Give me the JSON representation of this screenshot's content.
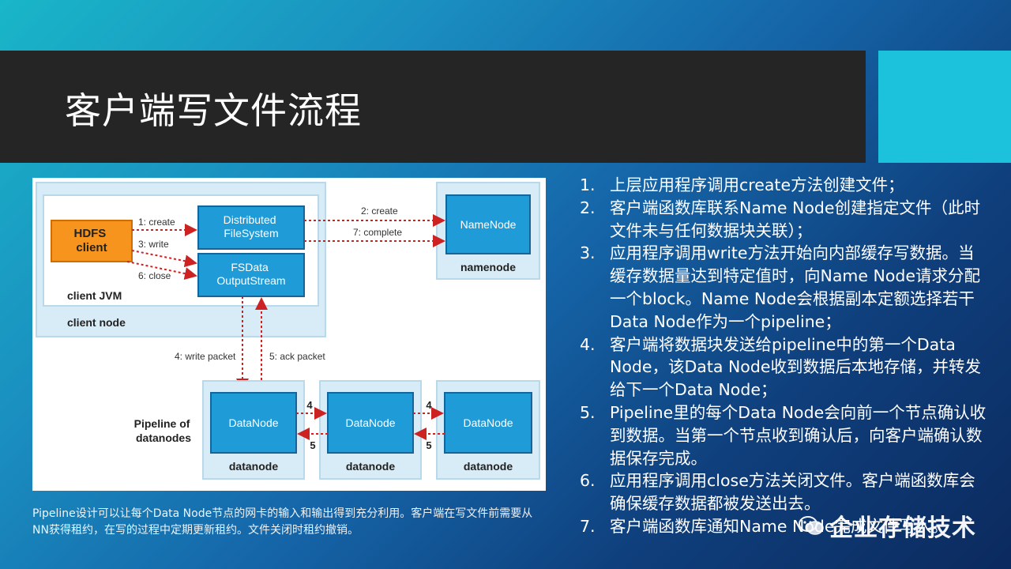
{
  "slide": {
    "title": "客户端写文件流程"
  },
  "diagram": {
    "client_box": "HDFS\nclient",
    "client_jvm": "client JVM",
    "client_node": "client node",
    "dfs_box": "Distributed\nFileSystem",
    "fsdata_box": "FSData\nOutputStream",
    "namenode_box": "NameNode",
    "namenode_label": "namenode",
    "datanode_box": "DataNode",
    "datanode_label": "datanode",
    "pipeline_label": "Pipeline of\ndatanodes",
    "arrow_create": "1: create",
    "arrow_write": "3: write",
    "arrow_close": "6: close",
    "arrow_nn_create": "2: create",
    "arrow_nn_complete": "7: complete",
    "arrow_write_packet": "4: write packet",
    "arrow_ack_packet": "5: ack packet",
    "fwd_num": "4",
    "ack_num": "5",
    "colors": {
      "box_blue": "#1f9bd7",
      "client_orange": "#f7941d",
      "panel_bg": "#d7ecf7",
      "arrow_red": "#cc2222"
    }
  },
  "steps": [
    {
      "num": "1.",
      "text": "上层应用程序调用create方法创建文件；"
    },
    {
      "num": "2.",
      "text": "客户端函数库联系Name Node创建指定文件（此时文件未与任何数据块关联）；"
    },
    {
      "num": "3.",
      "text": "应用程序调用write方法开始向内部缓存写数据。当缓存数据量达到特定值时，向Name Node请求分配一个block。Name Node会根据副本定额选择若干Data Node作为一个pipeline；"
    },
    {
      "num": "4.",
      "text": "客户端将数据块发送给pipeline中的第一个Data Node，该Data Node收到数据后本地存储，并转发给下一个Data Node；"
    },
    {
      "num": "5.",
      "text": "Pipeline里的每个Data Node会向前一个节点确认收到数据。当第一个节点收到确认后，向客户端确认数据保存完成。"
    },
    {
      "num": "6.",
      "text": "应用程序调用close方法关闭文件。客户端函数库会确保缓存数据都被发送出去。"
    },
    {
      "num": "7.",
      "text": "客户端函数库通知Name Node完成文件写入。"
    }
  ],
  "caption": "Pipeline设计可以让每个Data Node节点的网卡的输入和输出得到充分利用。客户端在写文件前需要从NN获得租约，在写的过程中定期更新租约。文件关闭时租约撤销。",
  "watermark": {
    "icon": "wechat-icon",
    "text": "企业存储技术"
  }
}
